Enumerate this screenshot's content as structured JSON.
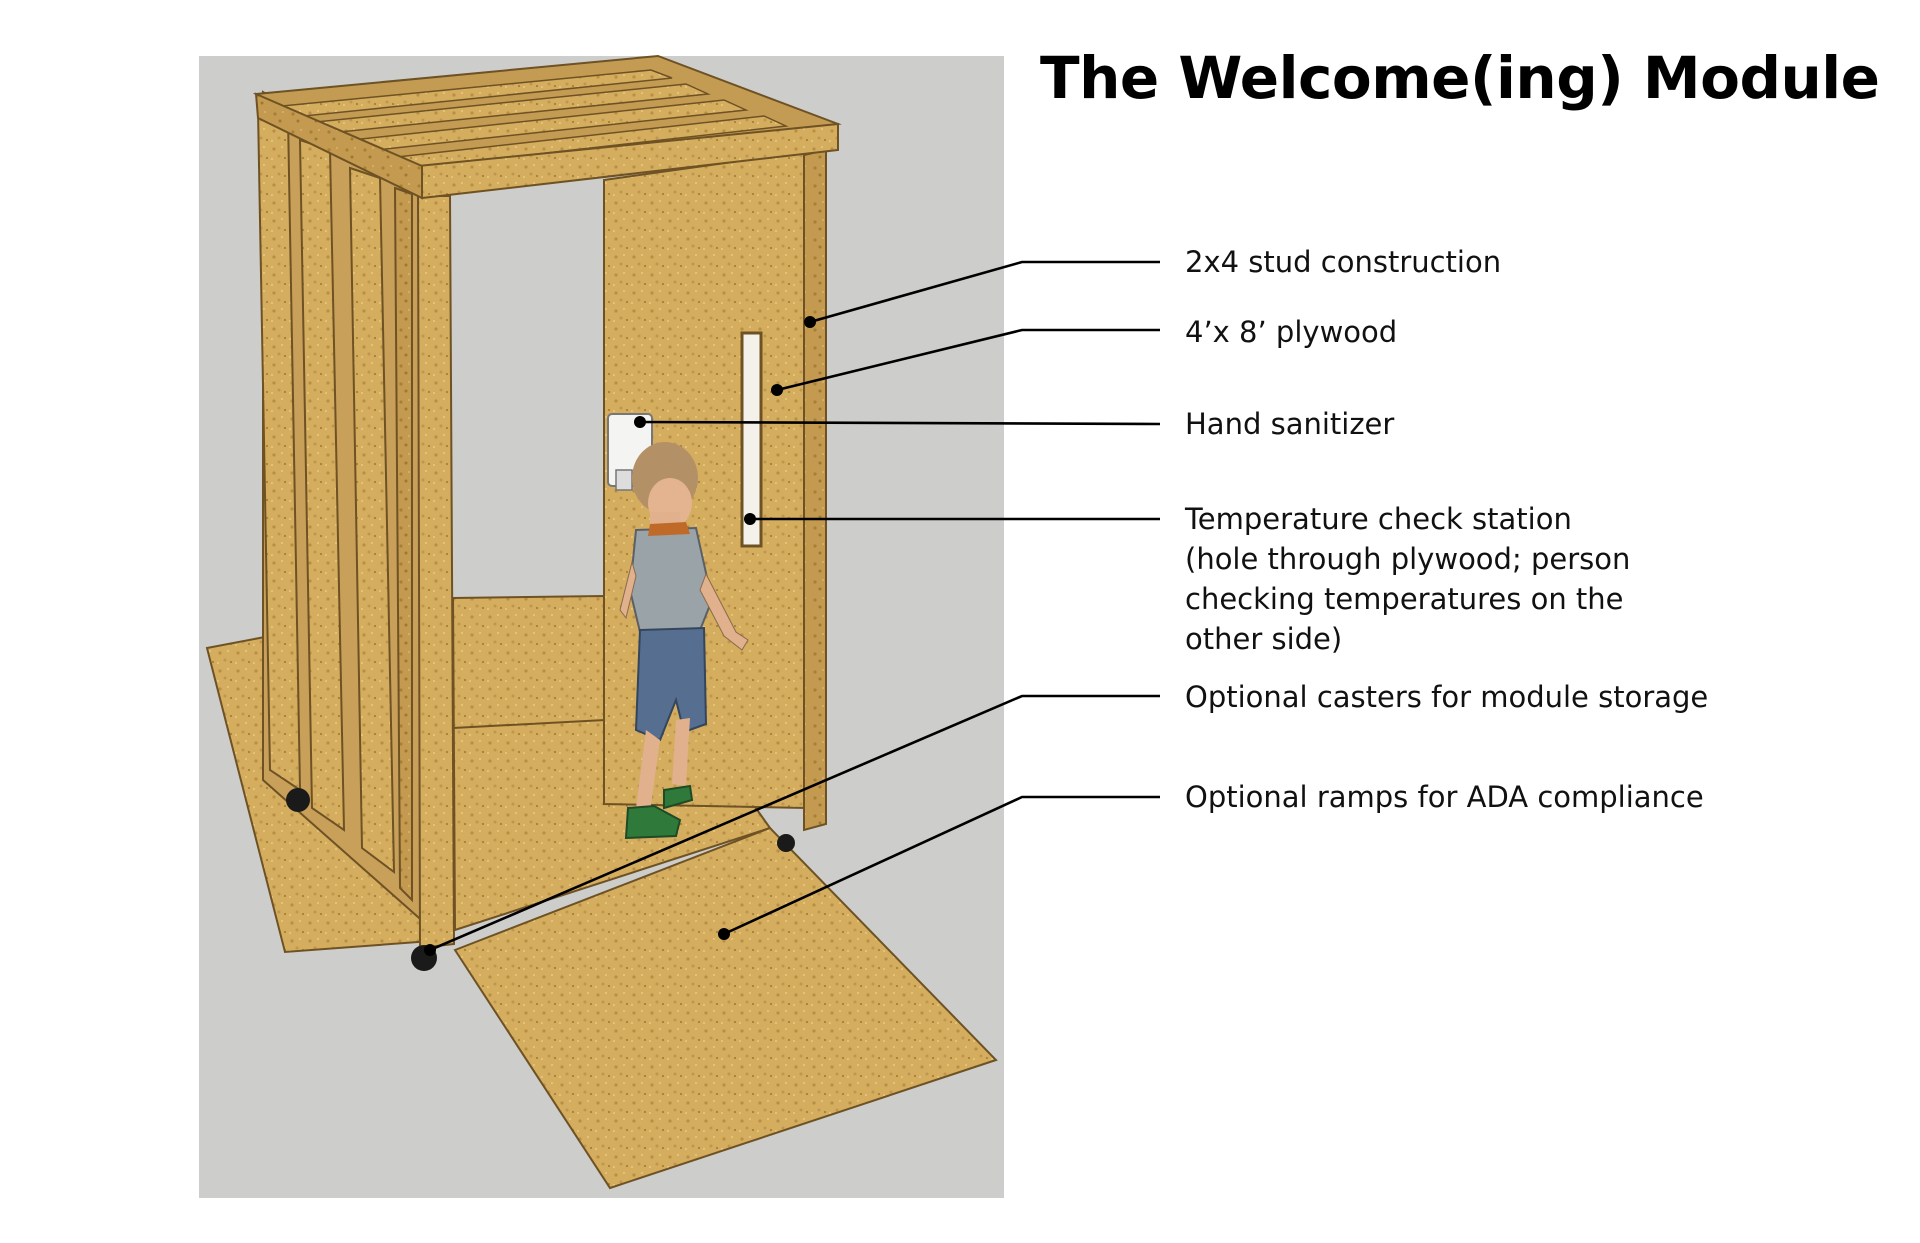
{
  "title": "The Welcome(ing) Module",
  "callouts": [
    {
      "lines": [
        "2x4 stud construction"
      ]
    },
    {
      "lines": [
        "4’x 8’ plywood"
      ]
    },
    {
      "lines": [
        "Hand sanitizer"
      ]
    },
    {
      "lines": [
        "Temperature check station",
        "(hole through plywood; person",
        "checking temperatures on the",
        "other side)"
      ]
    },
    {
      "lines": [
        "Optional casters for module storage"
      ]
    },
    {
      "lines": [
        "Optional ramps for ADA compliance"
      ]
    }
  ],
  "colors": {
    "backdrop": "#cdcdcb",
    "wood": "#d2ab5d",
    "wood_light": "#e2bd6e",
    "wood_dark": "#a07a36",
    "ink": "#000000"
  }
}
